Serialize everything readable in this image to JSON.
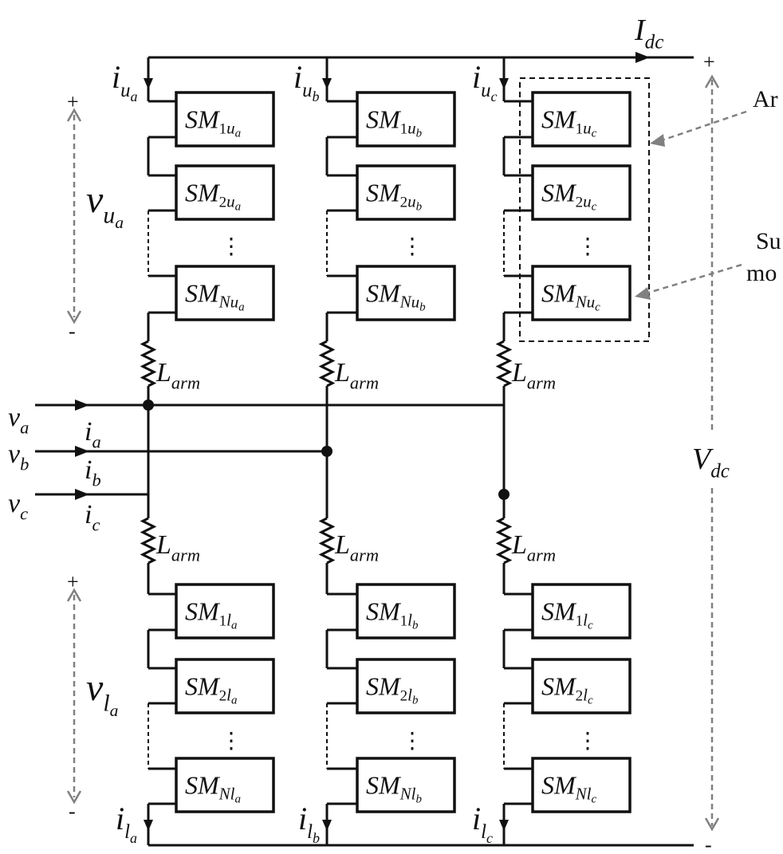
{
  "phases": [
    "a",
    "b",
    "c"
  ],
  "submodules": {
    "upper": [
      [
        "SM",
        "1u",
        "a"
      ],
      [
        "SM",
        "2u",
        "a"
      ],
      [
        "SM",
        "Nu",
        "a"
      ],
      [
        "SM",
        "1u",
        "b"
      ],
      [
        "SM",
        "2u",
        "b"
      ],
      [
        "SM",
        "Nu",
        "b"
      ],
      [
        "SM",
        "1u",
        "c"
      ],
      [
        "SM",
        "2u",
        "c"
      ],
      [
        "SM",
        "Nu",
        "c"
      ]
    ],
    "lower": [
      [
        "SM",
        "1l",
        "a"
      ],
      [
        "SM",
        "2l",
        "a"
      ],
      [
        "SM",
        "Nl",
        "a"
      ],
      [
        "SM",
        "1l",
        "b"
      ],
      [
        "SM",
        "2l",
        "b"
      ],
      [
        "SM",
        "Nl",
        "b"
      ],
      [
        "SM",
        "1l",
        "c"
      ],
      [
        "SM",
        "2l",
        "c"
      ],
      [
        "SM",
        "Nl",
        "c"
      ]
    ]
  },
  "ellipsis": "⋮",
  "inductor": {
    "main": "L",
    "sub": "arm"
  },
  "dc": {
    "current": {
      "main": "I",
      "sub": "dc"
    },
    "voltage": {
      "main": "V",
      "sub": "dc"
    },
    "plus": "+",
    "minus": "-"
  },
  "arm_currents": {
    "upper": [
      [
        "i",
        "u",
        "a"
      ],
      [
        "i",
        "u",
        "b"
      ],
      [
        "i",
        "u",
        "c"
      ]
    ],
    "lower": [
      [
        "i",
        "l",
        "a"
      ],
      [
        "i",
        "l",
        "b"
      ],
      [
        "i",
        "l",
        "c"
      ]
    ]
  },
  "arm_voltages": [
    [
      "v",
      "u",
      "a"
    ],
    [
      "v",
      "l",
      "a"
    ]
  ],
  "ac_inputs": [
    {
      "v": [
        "v",
        "a"
      ],
      "i": [
        "i",
        "a"
      ]
    },
    {
      "v": [
        "v",
        "b"
      ],
      "i": [
        "i",
        "b"
      ]
    },
    {
      "v": [
        "v",
        "c"
      ],
      "i": [
        "i",
        "c"
      ]
    }
  ],
  "callouts": {
    "arm": "Ar",
    "sub_line1": "Su",
    "sub_line2": "mo"
  },
  "colors": {
    "line": "#111111",
    "annotation": "#808080"
  }
}
